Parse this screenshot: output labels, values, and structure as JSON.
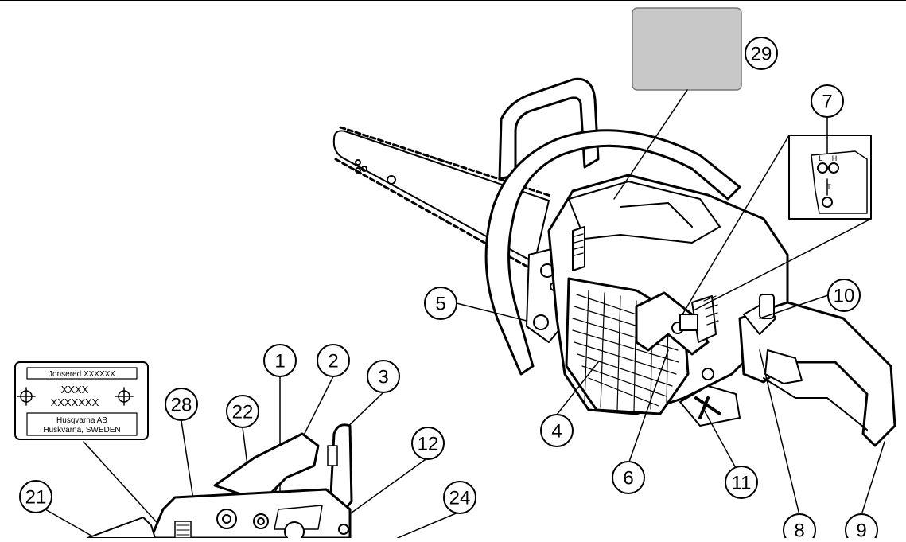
{
  "diagram": {
    "callouts": [
      "1",
      "2",
      "3",
      "4",
      "5",
      "6",
      "7",
      "8",
      "9",
      "10",
      "11",
      "12",
      "21",
      "22",
      "24",
      "28",
      "29"
    ],
    "rating_plate": {
      "model_line": "Jonsered XXXXXX",
      "code_line_1": "XXXX",
      "code_line_2": "XXXXXXX",
      "maker_line_1": "Husqvarna AB",
      "maker_line_2": "Huskvarna, SWEDEN"
    },
    "carburettor_detail": {
      "screw_l": "L",
      "screw_h": "H",
      "screw_t": "T"
    },
    "colors": {
      "line": "#000000",
      "label_panel": "#c8c8c8",
      "background": "#ffffff"
    }
  }
}
